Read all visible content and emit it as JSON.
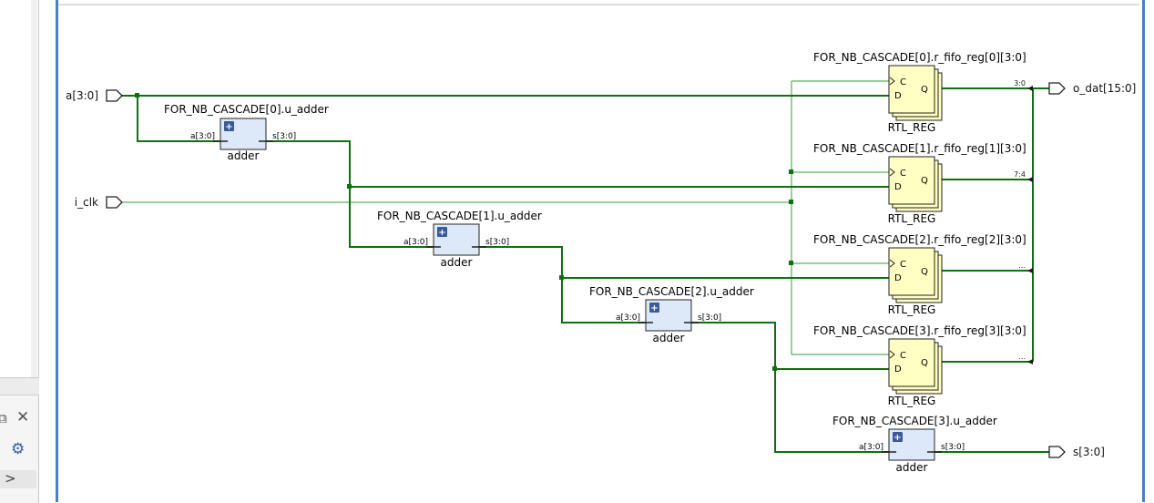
{
  "colors": {
    "wire": "#107010",
    "clock_wire": "#2fa02f",
    "adder_fill": "#dde9f8",
    "adder_badge": "#3b5a9a",
    "reg_fill": "#ffffc4",
    "frame": "#4a7fc9"
  },
  "left_panel": {
    "restore_icon": "restore-icon",
    "close_icon": "close-icon",
    "gear_icon": "gear-icon",
    "expand_icon": "chevron-right-icon"
  },
  "ports": {
    "a": "a[3:0]",
    "i_clk": "i_clk",
    "o_dat": "o_dat[15:0]",
    "s": "s[3:0]"
  },
  "adders": [
    {
      "instance": "FOR_NB_CASCADE[0].u_adder",
      "type": "adder",
      "in": "a[3:0]",
      "out": "s[3:0]"
    },
    {
      "instance": "FOR_NB_CASCADE[1].u_adder",
      "type": "adder",
      "in": "a[3:0]",
      "out": "s[3:0]"
    },
    {
      "instance": "FOR_NB_CASCADE[2].u_adder",
      "type": "adder",
      "in": "a[3:0]",
      "out": "s[3:0]"
    },
    {
      "instance": "FOR_NB_CASCADE[3].u_adder",
      "type": "adder",
      "in": "a[3:0]",
      "out": "s[3:0]"
    }
  ],
  "registers": [
    {
      "instance": "FOR_NB_CASCADE[0].r_fifo_reg[0][3:0]",
      "type": "RTL_REG",
      "pin_c": "C",
      "pin_d": "D",
      "pin_q": "Q",
      "bus": "3:0"
    },
    {
      "instance": "FOR_NB_CASCADE[1].r_fifo_reg[1][3:0]",
      "type": "RTL_REG",
      "pin_c": "C",
      "pin_d": "D",
      "pin_q": "Q",
      "bus": "7:4"
    },
    {
      "instance": "FOR_NB_CASCADE[2].r_fifo_reg[2][3:0]",
      "type": "RTL_REG",
      "pin_c": "C",
      "pin_d": "D",
      "pin_q": "Q",
      "bus": "..."
    },
    {
      "instance": "FOR_NB_CASCADE[3].r_fifo_reg[3][3:0]",
      "type": "RTL_REG",
      "pin_c": "C",
      "pin_d": "D",
      "pin_q": "Q",
      "bus": "..."
    }
  ]
}
